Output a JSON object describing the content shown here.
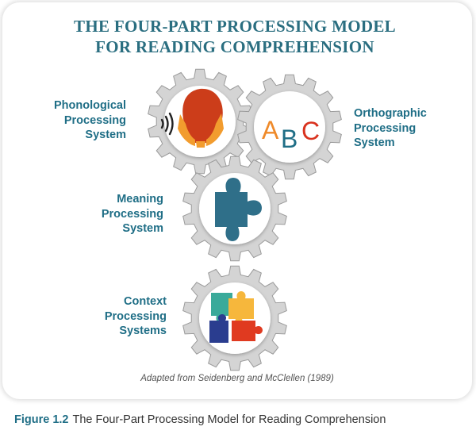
{
  "title": {
    "line1": "THE FOUR-PART PROCESSING MODEL",
    "line2": "FOR READING COMPREHENSION"
  },
  "gears": [
    {
      "label": [
        "Phonological",
        "Processing",
        "System"
      ],
      "icon": "head-listening-icon"
    },
    {
      "label": [
        "Orthographic",
        "Processing",
        "System"
      ],
      "icon": "abc-letters-icon",
      "letters": [
        "A",
        "B",
        "C"
      ]
    },
    {
      "label": [
        "Meaning",
        "Processing",
        "System"
      ],
      "icon": "puzzle-piece-icon"
    },
    {
      "label": [
        "Context",
        "Processing",
        "Systems"
      ],
      "icon": "puzzle-assembly-icon"
    }
  ],
  "colors": {
    "title": "#2a6e80",
    "label": "#1f6e86",
    "gear": "#d4d4d4",
    "head": "#cc3d1a",
    "hands": "#f29c2e",
    "letter_a": "#ef8a2a",
    "letter_b": "#1f6e86",
    "letter_c": "#d9321e",
    "puzzle_teal": "#2f6f89",
    "puzzle_green": "#3aaa9a",
    "puzzle_yellow": "#f6b73c",
    "puzzle_navy": "#2a3d8f",
    "puzzle_red": "#e03a20"
  },
  "source_note": "Adapted from Seidenberg and McClellen (1989)",
  "caption": {
    "number": "Figure 1.2",
    "text": "The Four-Part Processing Model for Reading Comprehension"
  }
}
